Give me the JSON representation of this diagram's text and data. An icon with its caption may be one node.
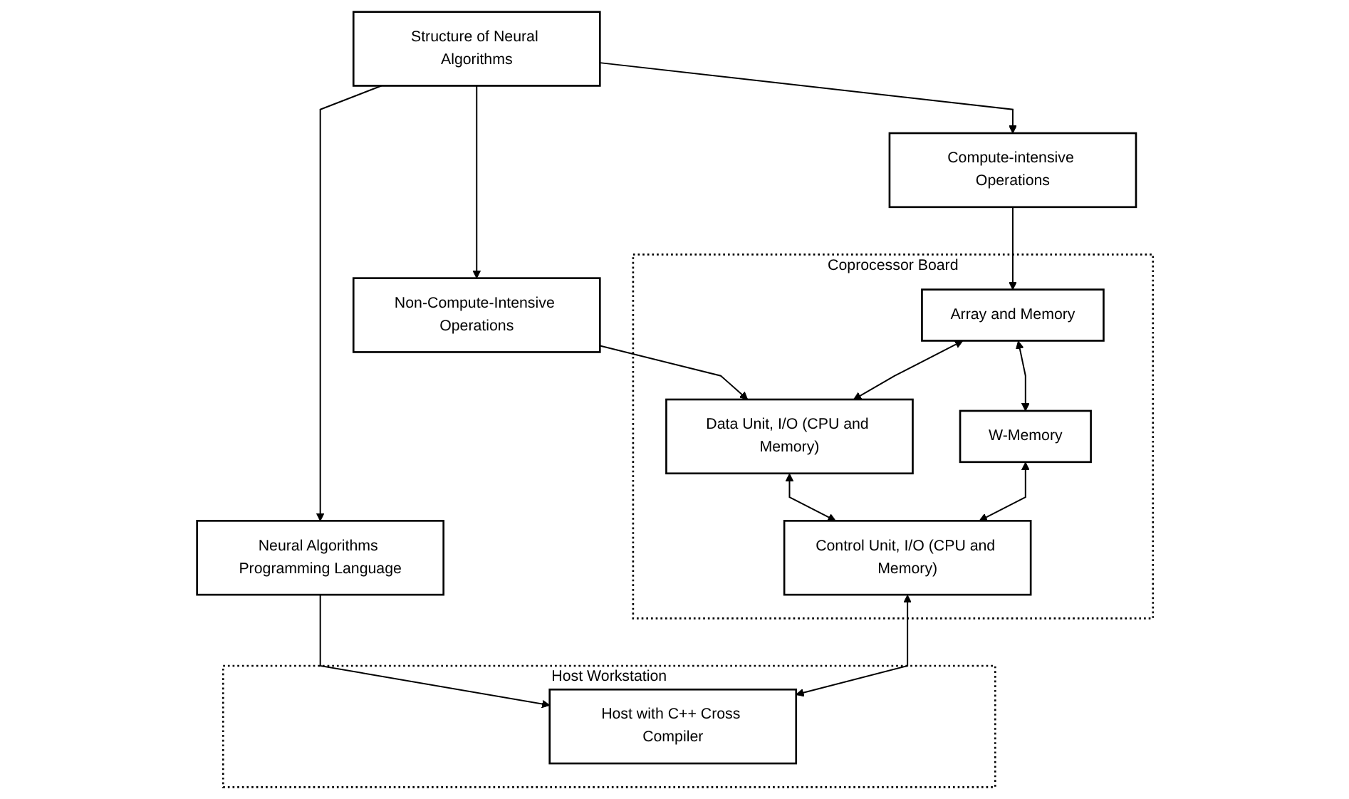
{
  "diagram": {
    "nodes": [
      {
        "text": [
          "Structure of Neural Algorithms"
        ]
      },
      {
        "text": [
          "Compute-intensive Operations"
        ]
      },
      {
        "text": [
          "Non-Compute-Intensive Operations"
        ]
      },
      {
        "text": [
          "Neural Algorithms Programming Language"
        ]
      },
      {
        "text": [
          "Coprocessor Board"
        ]
      },
      {
        "text": [
          "Array and Memory"
        ],
        "in": 4
      },
      {
        "text": [
          "Data Unit, I/O (CPU and Memory)"
        ],
        "in": 4
      },
      {
        "text": [
          "W-Memory"
        ],
        "in": 4
      },
      {
        "text": [
          "Control Unit, I/O (CPU and Memory)"
        ],
        "in": 4
      },
      {
        "text": [
          "Host Workstation"
        ]
      },
      {
        "text": [
          "Host with C++ Cross Compiler"
        ],
        "in": 9
      }
    ],
    "edges": [
      {
        "from": 0,
        "to": 1,
        "arrow": "to"
      },
      {
        "from": 0,
        "to": 2,
        "arrow": "to"
      },
      {
        "from": 0,
        "to": 3,
        "arrow": "to"
      },
      {
        "from": 1,
        "to": 5,
        "arrow": "to"
      },
      {
        "from": 2,
        "to": 6,
        "arrow": "to"
      },
      {
        "from": 3,
        "to": 10,
        "arrow": "to"
      },
      {
        "from": 5,
        "to": 6,
        "arrow": "both"
      },
      {
        "from": 5,
        "to": 7,
        "arrow": "both"
      },
      {
        "from": 6,
        "to": 8,
        "arrow": "both"
      },
      {
        "from": 7,
        "to": 8,
        "arrow": "both"
      },
      {
        "from": 8,
        "to": 10,
        "arrow": "both"
      }
    ]
  }
}
